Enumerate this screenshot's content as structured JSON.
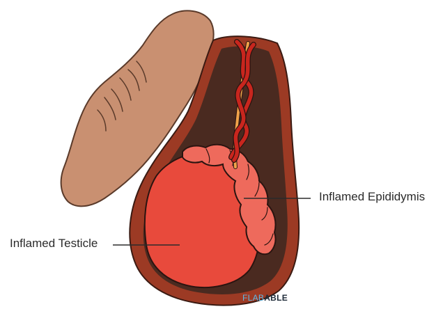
{
  "labels": {
    "testicle": "Inflamed Testicle",
    "epididymis": "Inflamed Epididymis"
  },
  "watermark": {
    "part1": "FLAB",
    "part2": "ABLE"
  },
  "colors": {
    "skin": "#c99071",
    "skin_outline": "#5a3a2a",
    "scrotum_outer": "#9c3a24",
    "scrotum_inner": "#4a2a20",
    "testicle": "#e84a3c",
    "epididymis": "#ee6a5c",
    "vessel_red": "#c8261e",
    "vessel_orange": "#f0a24a",
    "watermark_light": "#5fb8e6",
    "watermark_dark": "#1e2a38"
  }
}
